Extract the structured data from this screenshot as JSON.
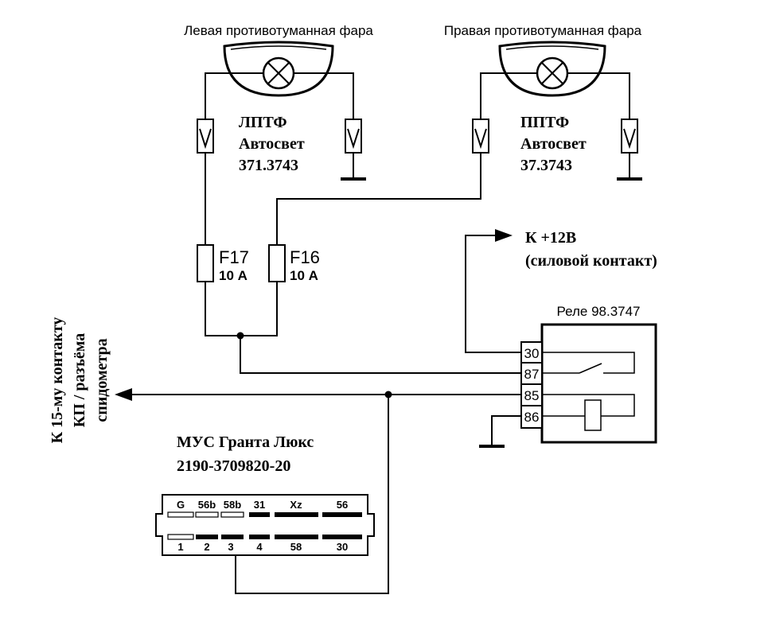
{
  "lamps": {
    "left_caption": "Левая противотуманная фара",
    "right_caption": "Правая противотуманная фара",
    "left_label": [
      "ЛПТФ",
      "Автосвет",
      "371.3743"
    ],
    "right_label": [
      "ППТФ",
      "Автосвет",
      "37.3743"
    ]
  },
  "fuses": {
    "f17": {
      "name": "F17",
      "rating": "10 А"
    },
    "f16": {
      "name": "F16",
      "rating": "10 А"
    }
  },
  "power": {
    "lines": [
      "К +12В",
      "(силовой контакт)"
    ]
  },
  "relay": {
    "title": "Реле 98.3747",
    "pins": [
      "30",
      "87",
      "85",
      "86"
    ]
  },
  "speedometer": {
    "lines": [
      "К 15-му контакту",
      "КП / разъёма",
      "спидометра"
    ]
  },
  "switch_module": {
    "title_lines": [
      "МУС Гранта Люкс",
      "2190-3709820-20"
    ],
    "top_pins": [
      "G",
      "56b",
      "58b",
      "31",
      "Xz",
      "56"
    ],
    "bottom_pins": [
      "1",
      "2",
      "3",
      "4",
      "58",
      "30"
    ]
  }
}
